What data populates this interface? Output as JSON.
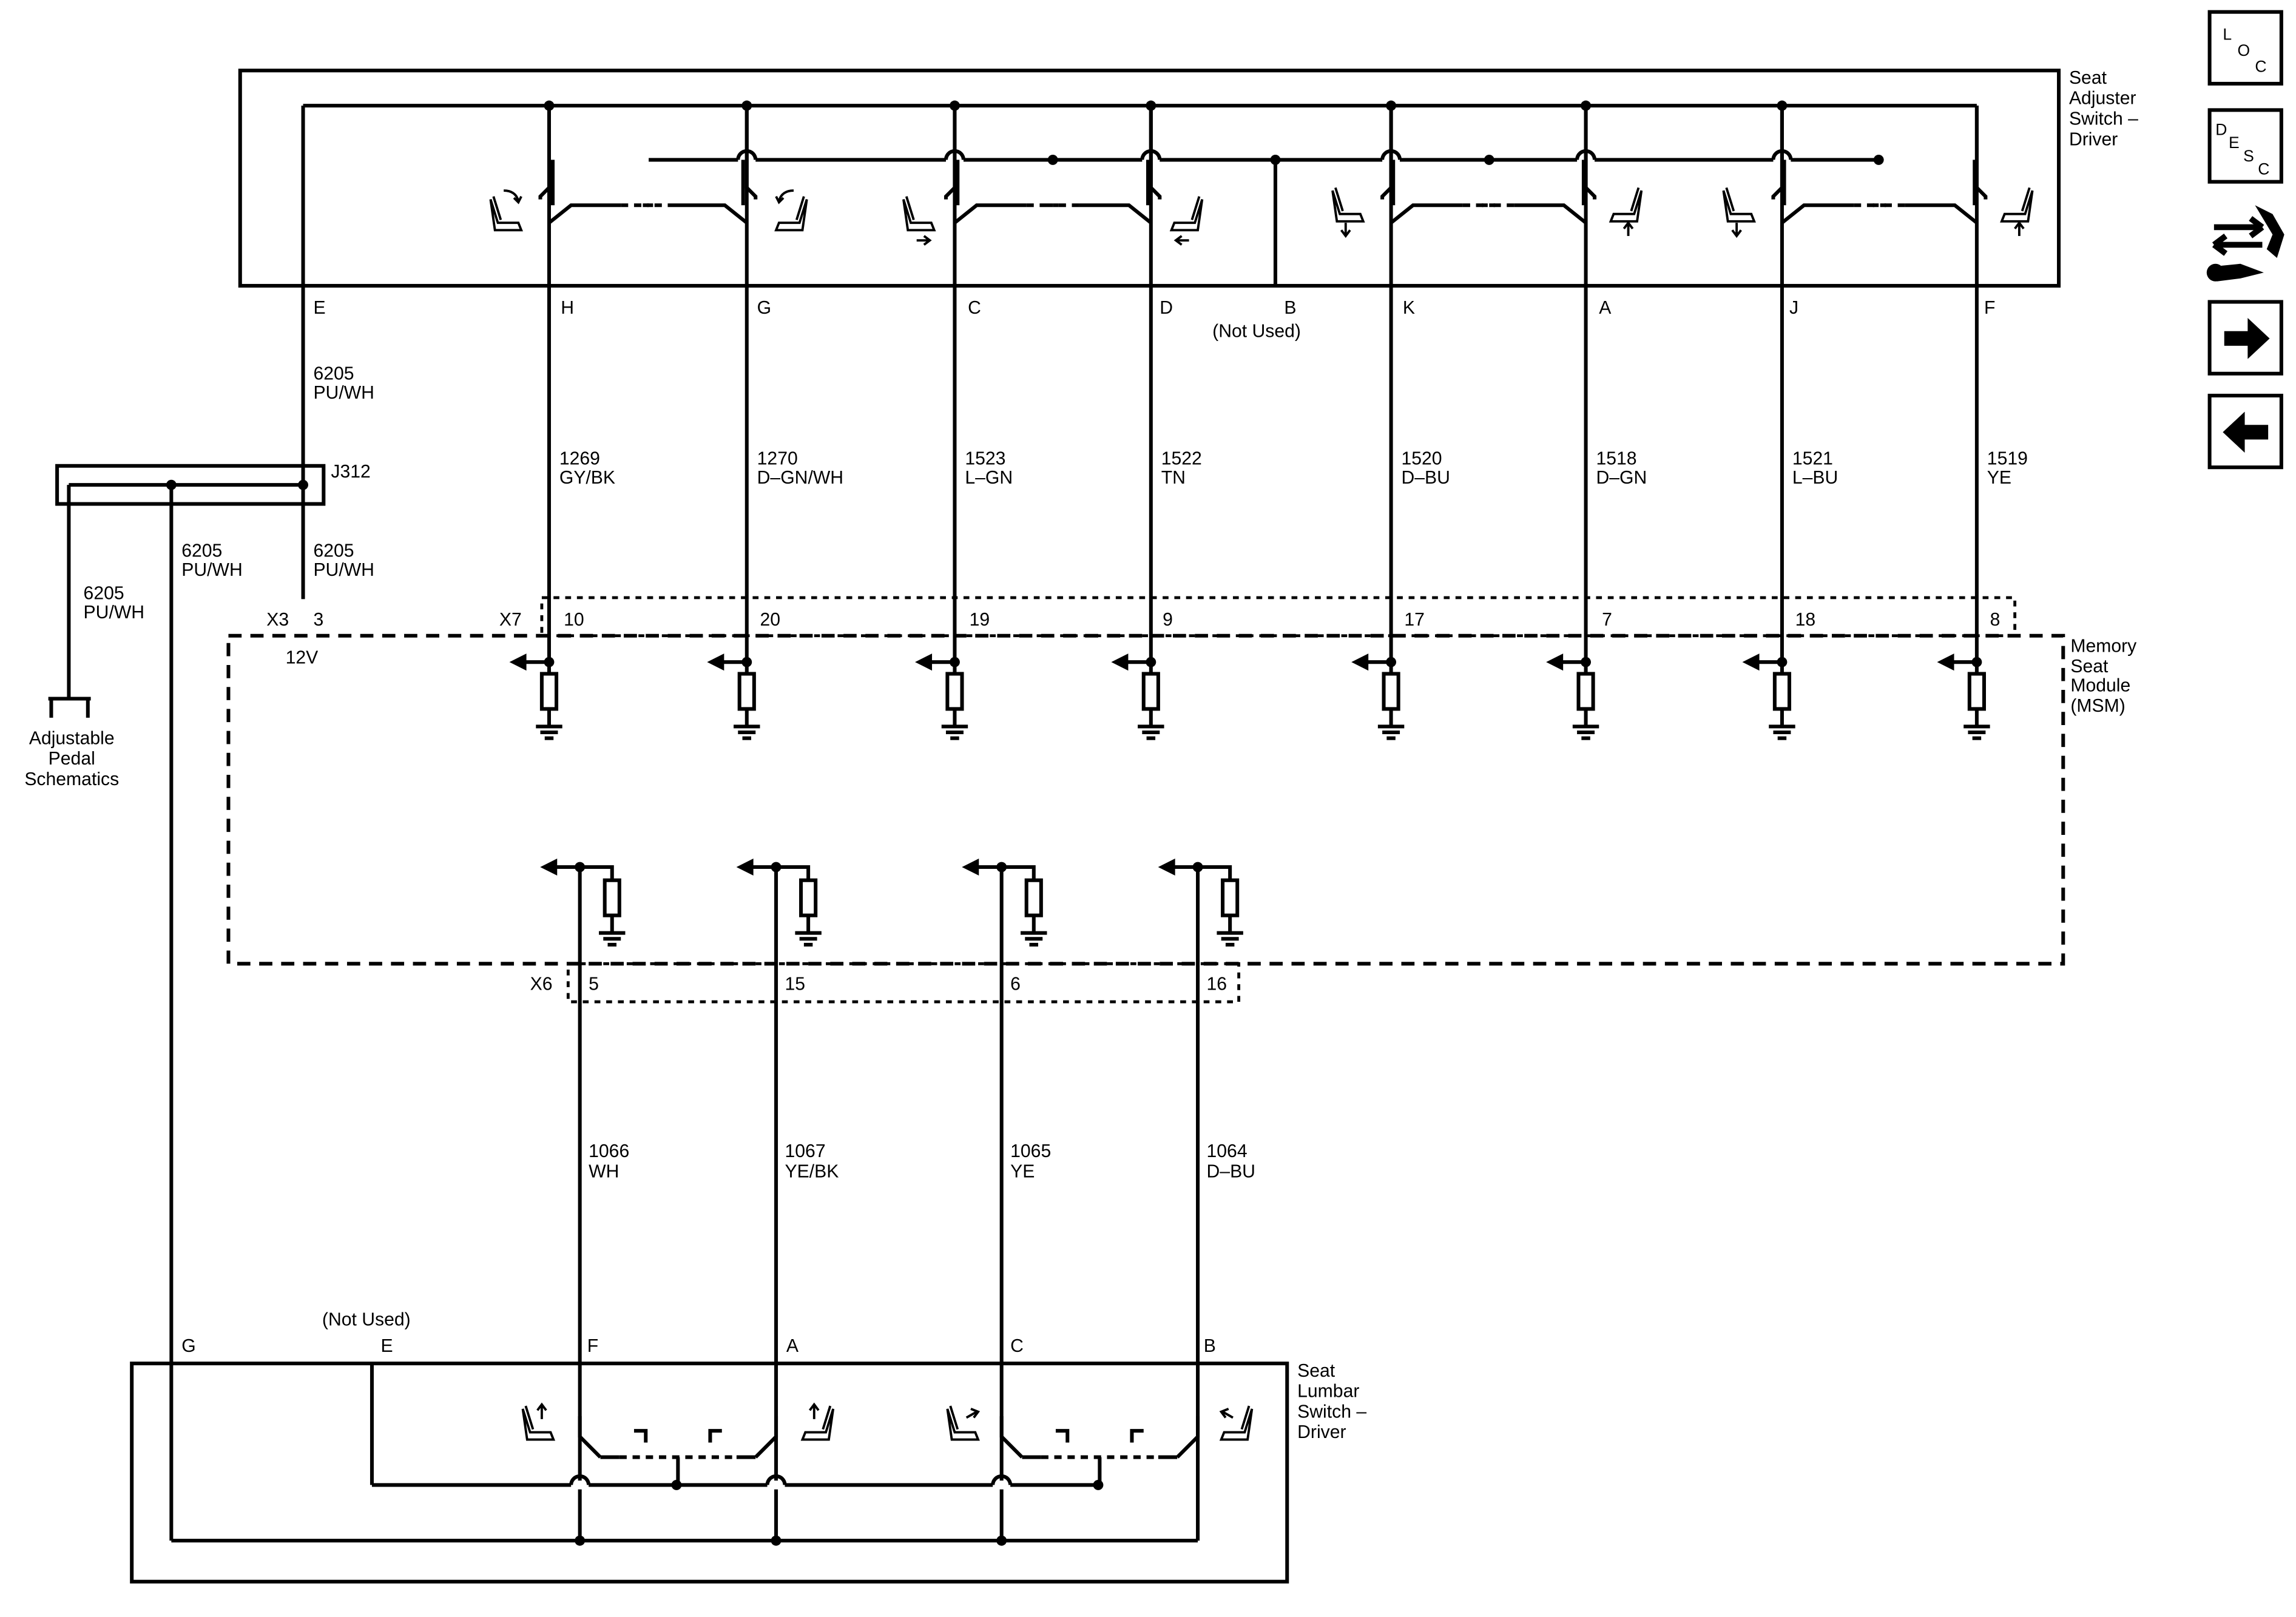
{
  "switch_top": {
    "title": [
      "Seat",
      "Adjuster",
      "Switch –",
      "Driver"
    ],
    "pins": [
      "E",
      "H",
      "G",
      "C",
      "D",
      "B",
      "K",
      "A",
      "J",
      "F"
    ],
    "not_used": "(Not Used)"
  },
  "feed": {
    "wire_top": {
      "circuit": "6205",
      "color": "PU/WH"
    },
    "splice": "J312",
    "wire_mid": {
      "circuit": "6205",
      "color": "PU/WH"
    },
    "wire_right": {
      "circuit": "6205",
      "color": "PU/WH"
    },
    "wire_left": {
      "circuit": "6205",
      "color": "PU/WH"
    },
    "pedal_ref": [
      "Adjustable",
      "Pedal",
      "Schematics"
    ]
  },
  "top_wires": [
    {
      "circuit": "1269",
      "color": "GY/BK"
    },
    {
      "circuit": "1270",
      "color": "D–GN/WH"
    },
    {
      "circuit": "1523",
      "color": "L–GN"
    },
    {
      "circuit": "1522",
      "color": "TN"
    },
    {
      "circuit": "1520",
      "color": "D–BU"
    },
    {
      "circuit": "1518",
      "color": "D–GN"
    },
    {
      "circuit": "1521",
      "color": "L–BU"
    },
    {
      "circuit": "1519",
      "color": "YE"
    }
  ],
  "module": {
    "title": [
      "Memory",
      "Seat",
      "Module",
      "(MSM)"
    ],
    "x3": {
      "connector": "X3",
      "pin": "3",
      "voltage": "12V"
    },
    "x7": {
      "connector": "X7",
      "pins": [
        "10",
        "20",
        "19",
        "9",
        "17",
        "7",
        "18",
        "8"
      ]
    },
    "x6": {
      "connector": "X6",
      "pins": [
        "5",
        "15",
        "6",
        "16"
      ]
    }
  },
  "bottom_wires": [
    {
      "circuit": "1066",
      "color": "WH"
    },
    {
      "circuit": "1067",
      "color": "YE/BK"
    },
    {
      "circuit": "1065",
      "color": "YE"
    },
    {
      "circuit": "1064",
      "color": "D–BU"
    }
  ],
  "switch_bottom": {
    "title": [
      "Seat",
      "Lumbar",
      "Switch –",
      "Driver"
    ],
    "pins": [
      "G",
      "E",
      "F",
      "A",
      "C",
      "B"
    ],
    "not_used": "(Not Used)"
  },
  "nav": [
    {
      "name": "loc",
      "letters": [
        "L",
        "O",
        "C"
      ]
    },
    {
      "name": "desc",
      "letters": [
        "D",
        "E",
        "S",
        "C"
      ]
    }
  ]
}
